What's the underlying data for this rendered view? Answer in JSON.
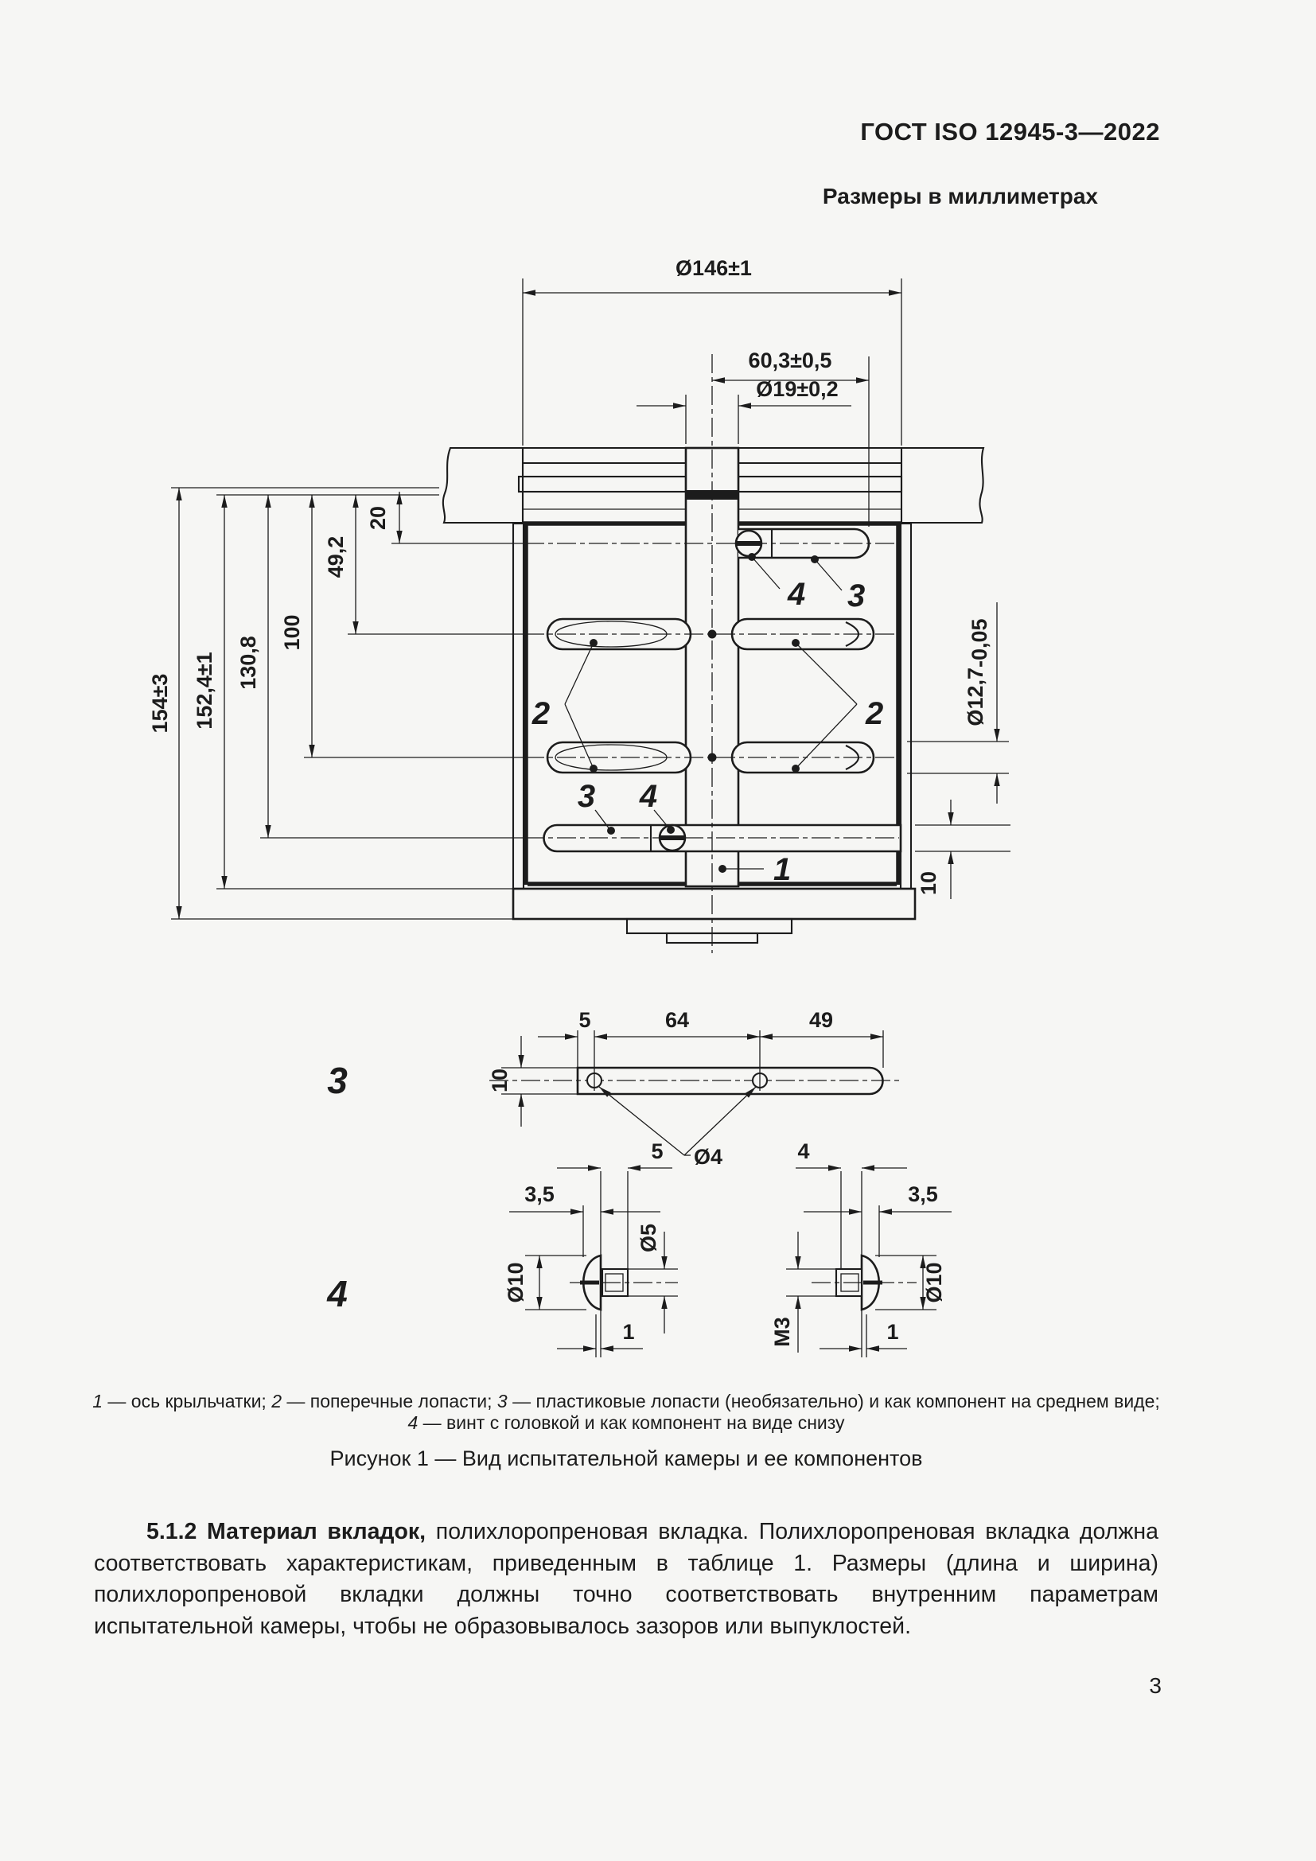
{
  "page": {
    "doc_code": "ГОСТ ISO 12945-3—2022",
    "units_note": "Размеры в миллиметрах",
    "page_number": "3"
  },
  "figure": {
    "caption": "Рисунок 1 — Вид испытательной камеры и ее компонентов",
    "legend": {
      "n1": "1",
      "t1": " — ось крыльчатки; ",
      "n2": "2",
      "t2": " — поперечные лопасти; ",
      "n3": "3",
      "t3": " — пластиковые лопасти (необязательно) и как компонент на среднем виде;",
      "n4": "4",
      "t4": " — винт с головкой и как компонент на виде снизу"
    },
    "main_view": {
      "dia_chamber": "Ø146±1",
      "len_blade_top": "60,3±0,5",
      "dia_shaft": "Ø19±0,2",
      "h_total": "154±3",
      "h_inner": "152,4±1",
      "h_blade_bottom": "130,8",
      "h_rod_lower": "100",
      "h_rod_upper": "49,2",
      "h_blade_top": "20",
      "dia_rod": "Ø12,7",
      "dia_rod_tol": "-0,05",
      "h_bottom_gap": "10",
      "callout_1": "1",
      "callout_2": "2",
      "callout_3": "3",
      "callout_4": "4"
    },
    "blade_view": {
      "label": "3",
      "dim_end_offset": "5",
      "dim_hole_spacing": "64",
      "dim_tip": "49",
      "dim_width": "10",
      "dim_hole_dia": "Ø4"
    },
    "screw_view": {
      "label": "4",
      "left": {
        "shank_len": "5",
        "head_h": "3,5",
        "shank_dia": "Ø5",
        "head_dia": "Ø10",
        "lip": "1"
      },
      "right": {
        "thread_len": "4",
        "head_h": "3,5",
        "thread": "M3",
        "head_dia": "Ø10",
        "lip": "1"
      }
    }
  },
  "body": {
    "clause_no": "5.1.2 ",
    "clause_term": "Материал вкладок,",
    "clause_text": " полихлоропреновая вкладка. Полихлоропреновая вкладка должна соответствовать характеристикам, приведенным в таблице 1. Размеры (длина и ширина) полихлоропреновой вкладки должны точно соответствовать внутренним параметрам испытательной камеры, чтобы не образовывалось зазоров или выпуклостей."
  }
}
